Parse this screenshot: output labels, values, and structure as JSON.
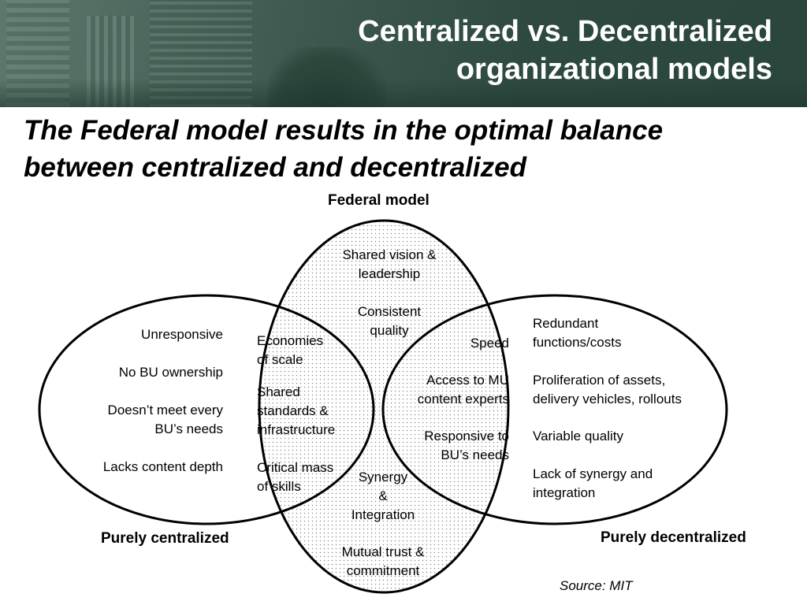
{
  "header": {
    "title_line1": "Centralized vs. Decentralized",
    "title_line2": "organizational models"
  },
  "subtitle": {
    "line1": "The Federal model results in the optimal balance",
    "line2": "between centralized and decentralized"
  },
  "diagram": {
    "federal_label": "Federal model",
    "centralized_label": "Purely centralized",
    "decentralized_label": "Purely decentralized",
    "centralized_only": {
      "unresponsive": "Unresponsive",
      "no_bu_ownership": "No BU ownership",
      "doesnt_meet_line1": "Doesn’t meet every",
      "doesnt_meet_line2": "BU’s needs",
      "lacks_depth": "Lacks content depth"
    },
    "federal_centralized_overlap": {
      "economies_line1": "Economies",
      "economies_line2": "of scale",
      "shared_std_line1": "Shared",
      "shared_std_line2": "standards &",
      "shared_std_line3": "infrastructure",
      "critical_line1": "Critical mass",
      "critical_line2": "of skills"
    },
    "federal_only": {
      "shared_vision_line1": "Shared vision &",
      "shared_vision_line2": "leadership",
      "consistent_line1": "Consistent",
      "consistent_line2": "quality",
      "synergy_line1": "Synergy",
      "synergy_line2": "&",
      "synergy_line3": "Integration",
      "mutual_line1": "Mutual trust &",
      "mutual_line2": "commitment"
    },
    "federal_decentralized_overlap": {
      "speed": "Speed",
      "access_line1": "Access to MU",
      "access_line2": "content experts",
      "responsive_line1": "Responsive to",
      "responsive_line2": "BU’s needs"
    },
    "decentralized_only": {
      "redundant_line1": "Redundant",
      "redundant_line2": "functions/costs",
      "proliferation_line1": "Proliferation of assets,",
      "proliferation_line2": "delivery vehicles, rollouts",
      "variable": "Variable quality",
      "lack_line1": "Lack of  synergy and",
      "lack_line2": "integration"
    },
    "source": "Source:  MIT"
  }
}
